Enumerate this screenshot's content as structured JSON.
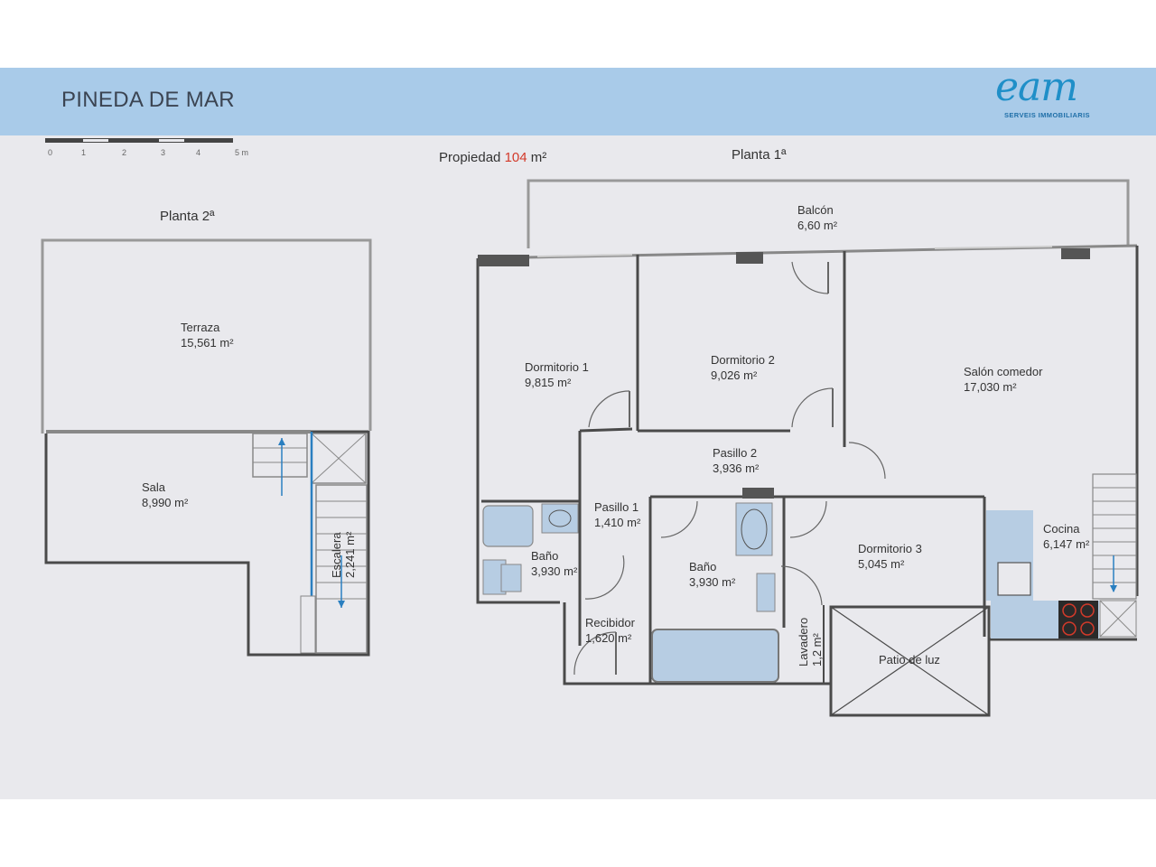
{
  "header": {
    "title": "PINEDA DE MAR",
    "logo_text": "eam",
    "logo_subtitle": "SERVEIS IMMOBILIARIS"
  },
  "scale_bar": {
    "ticks": [
      "0",
      "1",
      "2",
      "3",
      "4",
      "5 m"
    ]
  },
  "property": {
    "label": "Propiedad",
    "value": "104",
    "unit": "m²",
    "value_color": "#d33a2a"
  },
  "floors": {
    "second": {
      "heading": "Planta 2ª",
      "rooms": [
        {
          "name": "Terraza",
          "area": "15,561 m²"
        },
        {
          "name": "Sala",
          "area": "8,990 m²"
        },
        {
          "name": "Escalera",
          "area": "2,241 m²"
        }
      ]
    },
    "first": {
      "heading": "Planta 1ª",
      "rooms": [
        {
          "name": "Balcón",
          "area": "6,60 m²"
        },
        {
          "name": "Dormitorio 1",
          "area": "9,815 m²"
        },
        {
          "name": "Dormitorio 2",
          "area": "9,026 m²"
        },
        {
          "name": "Salón comedor",
          "area": "17,030 m²"
        },
        {
          "name": "Pasillo 2",
          "area": "3,936 m²"
        },
        {
          "name": "Pasillo 1",
          "area": "1,410 m²"
        },
        {
          "name": "Baño",
          "area": "3,930 m²"
        },
        {
          "name": "Baño",
          "area": "3,930 m²"
        },
        {
          "name": "Dormitorio 3",
          "area": "5,045 m²"
        },
        {
          "name": "Cocina",
          "area": "6,147 m²"
        },
        {
          "name": "Recibidor",
          "area": "1,620 m²"
        },
        {
          "name": "Lavadero",
          "area": "1,2 m²"
        },
        {
          "name": "Patio de luz",
          "area": ""
        }
      ]
    }
  },
  "colors": {
    "header_band": "#a9cbe9",
    "wall": "#4a4a4a",
    "fixture": "#b7cde3",
    "stair_arrow": "#2a7fc0"
  }
}
